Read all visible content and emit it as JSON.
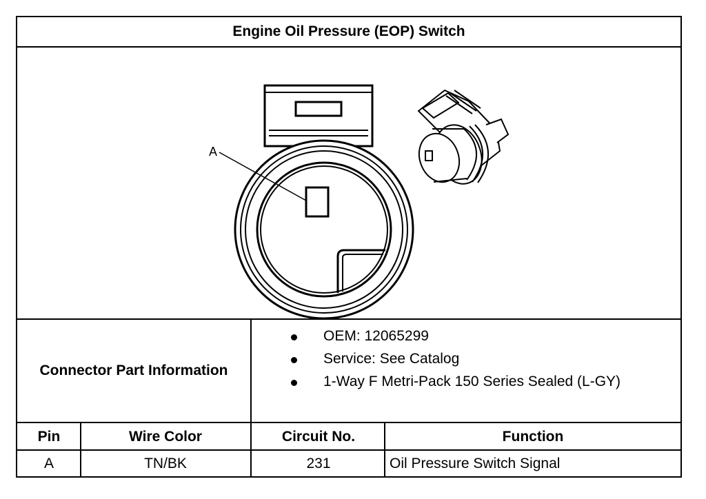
{
  "title": "Engine Oil Pressure (EOP) Switch",
  "figure": {
    "callout_label": "A"
  },
  "connector_info": {
    "label": "Connector Part Information",
    "items": [
      "OEM: 12065299",
      "Service: See Catalog",
      "1-Way F Metri-Pack 150 Series Sealed (L-GY)"
    ]
  },
  "pin_table": {
    "headers": [
      "Pin",
      "Wire Color",
      "Circuit No.",
      "Function"
    ],
    "rows": [
      [
        "A",
        "TN/BK",
        "231",
        "Oil Pressure Switch Signal"
      ]
    ]
  }
}
